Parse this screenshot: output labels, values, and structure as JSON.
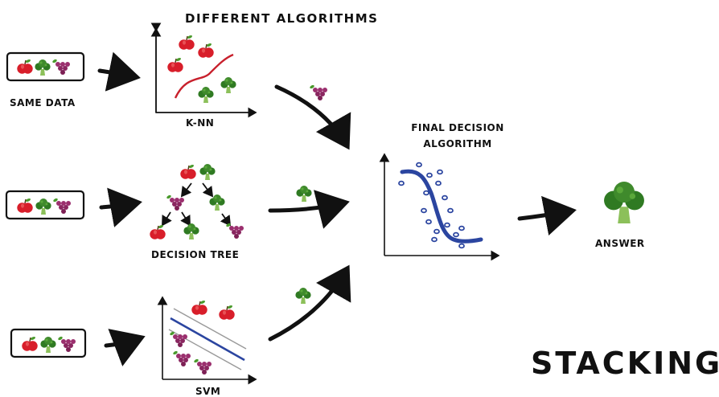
{
  "title": "DIFFERENT ALGORITHMS",
  "input_label": "SAME DATA",
  "algorithms": [
    {
      "name": "K-NN"
    },
    {
      "name": "DECISION TREE"
    },
    {
      "name": "SVM"
    }
  ],
  "final": {
    "line1": "FINAL DECISION",
    "line2": "ALGORITHM"
  },
  "answer_label": "ANSWER",
  "method_label": "STACKING",
  "icons": {
    "apple": "apple-icon",
    "broccoli": "broccoli-icon",
    "grapes": "grapes-icon"
  },
  "colors": {
    "apple": "#d81e2a",
    "broccoli": "#3f8a2c",
    "grapes": "#9b2f6e",
    "curve_red": "#c8202c",
    "curve_blue": "#2b45a0",
    "ink": "#111111"
  }
}
